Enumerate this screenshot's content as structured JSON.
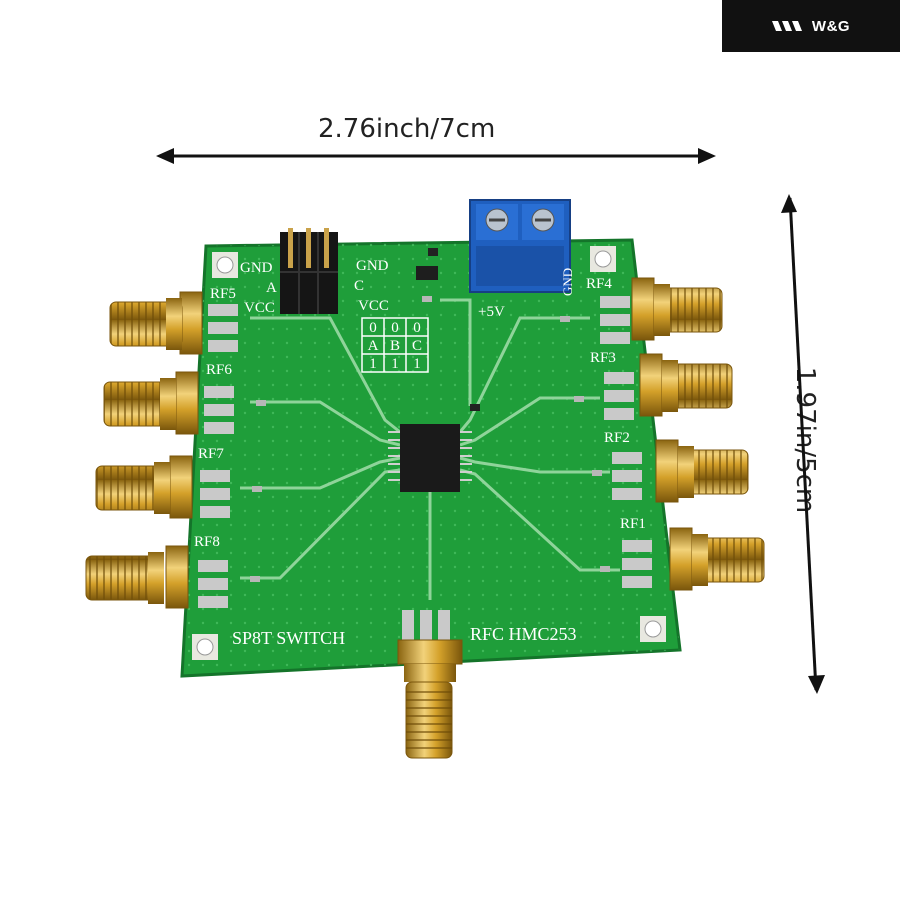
{
  "brand": {
    "text": "W&G",
    "logo_icon": "triple-chevron-logo"
  },
  "dimensions": {
    "width_label": "2.76inch/7cm",
    "height_label": "1.97in/5cm"
  },
  "board": {
    "title_left": "SP8T  SWITCH",
    "title_right": "RFC  HMC253",
    "power_label": "+5V",
    "header_labels": {
      "gnd_left": "GND",
      "a": "A",
      "vcc_left": "VCC",
      "gnd_right": "GND",
      "c": "C",
      "vcc_right": "VCC"
    },
    "terminal_gnd": "GND",
    "truth_table": [
      [
        "0",
        "0",
        "0"
      ],
      [
        "A",
        "B",
        "C"
      ],
      [
        "1",
        "1",
        "1"
      ]
    ],
    "ports": {
      "rf1": "RF1",
      "rf2": "RF2",
      "rf3": "RF3",
      "rf4": "RF4",
      "rf5": "RF5",
      "rf6": "RF6",
      "rf7": "RF7",
      "rf8": "RF8"
    },
    "colors": {
      "pcb": "#1f9e3a",
      "gold": "#d4a12a",
      "terminal": "#1f5fbf"
    }
  }
}
